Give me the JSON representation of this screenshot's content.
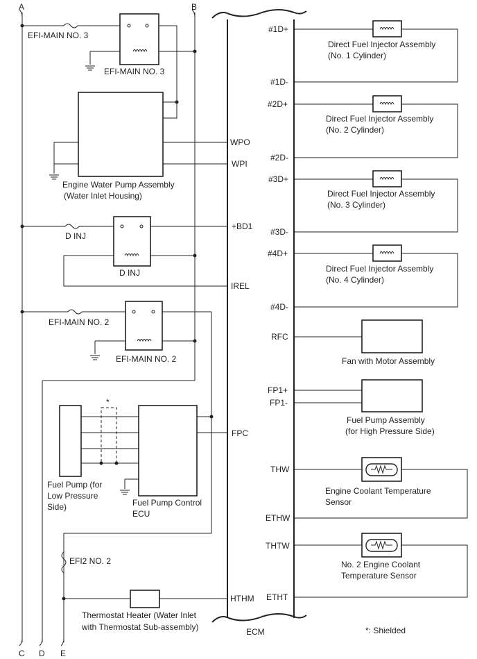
{
  "buses": {
    "a": "A",
    "b": "B",
    "c": "C",
    "d": "D",
    "e": "E"
  },
  "left": {
    "efi_main3_fuse": "EFI-MAIN NO. 3",
    "efi_main3_relay": "EFI-MAIN NO. 3",
    "water_pump_l1": "Engine Water Pump Assembly",
    "water_pump_l2": "(Water Inlet Housing)",
    "dinj_fuse": "D INJ",
    "dinj_relay": "D INJ",
    "efi_main2_fuse": "EFI-MAIN NO. 2",
    "efi_main2_relay": "EFI-MAIN NO. 2",
    "shield_mark": "*",
    "fuel_pump_low_l1": "Fuel Pump (for",
    "fuel_pump_low_l2": "Low Pressure",
    "fuel_pump_low_l3": "Side)",
    "fp_ecu_l1": "Fuel Pump Control",
    "fp_ecu_l2": "ECU",
    "efi2_fuse": "EFI2 NO. 2",
    "thermo_l1": "Thermostat Heater (Water Inlet",
    "thermo_l2": "with Thermostat Sub-assembly)"
  },
  "ecm": {
    "label": "ECM",
    "pins_left": {
      "wpo": "WPO",
      "wpi": "WPI",
      "bd1": "+BD1",
      "irel": "IREL",
      "fpc": "FPC",
      "hthm": "HTHM"
    },
    "pins_right": {
      "d1p": "#1D+",
      "d1m": "#1D-",
      "d2p": "#2D+",
      "d2m": "#2D-",
      "d3p": "#3D+",
      "d3m": "#3D-",
      "d4p": "#4D+",
      "d4m": "#4D-",
      "rfc": "RFC",
      "fp1p": "FP1+",
      "fp1m": "FP1-",
      "thw": "THW",
      "ethw": "ETHW",
      "thtw": "THTW",
      "etht": "ETHT"
    }
  },
  "right": {
    "inj1_l1": "Direct Fuel Injector Assembly",
    "inj1_l2": "(No. 1 Cylinder)",
    "inj2_l1": "Direct Fuel Injector Assembly",
    "inj2_l2": "(No. 2 Cylinder)",
    "inj3_l1": "Direct Fuel Injector Assembly",
    "inj3_l2": "(No. 3 Cylinder)",
    "inj4_l1": "Direct Fuel Injector Assembly",
    "inj4_l2": "(No. 4 Cylinder)",
    "fan": "Fan with Motor Assembly",
    "hp_pump_l1": "Fuel Pump Assembly",
    "hp_pump_l2": "(for High Pressure Side)",
    "ect_l1": "Engine Coolant Temperature",
    "ect_l2": "Sensor",
    "ect2_l1": "No. 2 Engine Coolant",
    "ect2_l2": "Temperature Sensor"
  },
  "footnote": "*: Shielded"
}
